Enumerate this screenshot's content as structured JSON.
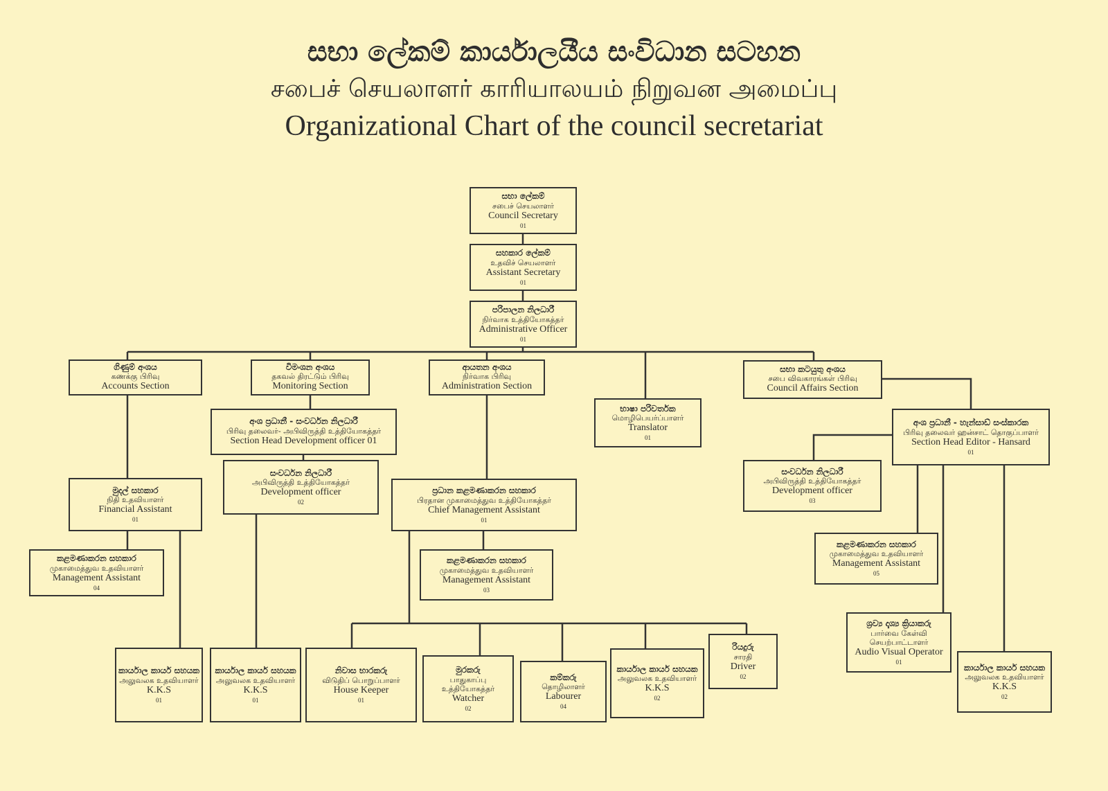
{
  "header": {
    "title_sinhala": "සභා ලේකම් කාර්යාලයීය සංවිධාන සටහන",
    "title_tamil": "சபைச் செயலாளர் காரியாலயம் நிறுவன அமைப்பு",
    "title_english": "Organizational  Chart of the council secretariat"
  },
  "boxes": [
    {
      "id": "council-secretary",
      "si": "සභා ලේකම්",
      "ta": "சபைச் செயலாளர்",
      "en": "Council Secretary",
      "count": "01"
    },
    {
      "id": "assistant-secretary",
      "si": "සහකාර ලේකම්",
      "ta": "உதவிச் செயலாளர்",
      "en": "Assistant Secretary",
      "count": "01"
    },
    {
      "id": "administrative-officer",
      "si": "පරිපාලන නිලධාරී",
      "ta": "நிர்வாக உத்தியோகத்தர்",
      "en": "Administrative Officer",
      "count": "01"
    },
    {
      "id": "accounts-section",
      "si": "ගිණුම් අංශය",
      "ta": "கணக்கு பிரிவு",
      "en": "Accounts Section"
    },
    {
      "id": "monitoring-section",
      "si": "විමංශන අංශය",
      "ta": "தகவல் திரட்டும் பிரிவு",
      "en": "Monitoring Section"
    },
    {
      "id": "administration-section",
      "si": "ආයතන අංශය",
      "ta": "நிர்வாக பிரிவு",
      "en": "Administration Section"
    },
    {
      "id": "translator",
      "si": "භාෂා පරිවර්තක",
      "ta": "மொழிபெயர்ப்பாளர்",
      "en": "Translator",
      "count": "01"
    },
    {
      "id": "council-affairs-section",
      "si": "සභා කටයුතු අංශය",
      "ta": "சபை விவகாரங்கள் பிரிவு",
      "en": "Council Affairs Section"
    },
    {
      "id": "section-head-development-officer",
      "si": "අංශ ප්‍රධානී - සංවර්ධන නිලධාරී",
      "ta": "பிரிவு தலைவர்- அபிவிருத்தி உத்தியோகத்தர்",
      "en": "Section Head  Development officer  01"
    },
    {
      "id": "development-officer-monitoring",
      "si": "සංවර්ධන නිලධාරී",
      "ta": "அபிவிருத்தி உத்தியோகத்தர்",
      "en": "Development officer",
      "count": "02"
    },
    {
      "id": "financial-assistant",
      "si": "මුදල් සහකාර",
      "ta": "நிதி உதவியாளர்",
      "en": "Financial Assistant",
      "count": "01"
    },
    {
      "id": "chief-management-assistant",
      "si": "ප්‍රධාන කළමණාකරන සහකාර",
      "ta": "பிரதான முகாமைத்துவ உத்தியோகத்தர்",
      "en": "Chief Management Assistant",
      "count": "01"
    },
    {
      "id": "section-head-editor-hansard",
      "si": "අංශ ප්‍රධානී - හැන්සාඩ් සංස්කාරක",
      "ta": "பிரிவு தலைவர் ஹன்சாட் தொகுப்பாளர்",
      "en": "Section Head  Editor - Hansard",
      "count": "01"
    },
    {
      "id": "development-officer-council",
      "si": "සංවර්ධන නිලධාරී",
      "ta": "அபிவிருத்தி உத்தியோகத்தர்",
      "en": "Development officer",
      "count": "03"
    },
    {
      "id": "management-assistant-accounts",
      "si": "කළමණාකරන සහකාර",
      "ta": "முகாமைத்துவ உதவியாளர்",
      "en": "Management Assistant",
      "count": "04"
    },
    {
      "id": "management-assistant-admin",
      "si": "කළමණාකරන සහකාර",
      "ta": "முகாமைத்துவ உதவியாளர்",
      "en": "Management Assistant",
      "count": "03"
    },
    {
      "id": "management-assistant-council",
      "si": "කළමණාකරන සහකාර",
      "ta": "முகாமைத்துவ உதவியாளர்",
      "en": "Management Assistant",
      "count": "05"
    },
    {
      "id": "audio-visual-operator",
      "si": "ශ්‍රව්‍ය දෘශ්‍ය ක්‍රියාකරු",
      "ta": "பார்வை கேள்வி செயற்பாட்டாளர்",
      "en": "Audio Visual Operator",
      "count": "01"
    },
    {
      "id": "kks-accounts",
      "si": "කාර්යාල කාර්ය සහයක",
      "ta": "அலுவலக உதவியாளர்",
      "en": "K.K.S",
      "count": "01"
    },
    {
      "id": "kks-monitoring",
      "si": "කාර්යාල කාර්ය සහයක",
      "ta": "அலுவலக உதவியாளர்",
      "en": "K.K.S",
      "count": "01"
    },
    {
      "id": "house-keeper",
      "si": "නිවාස භාරකරු",
      "ta": "விடுதிப் பொறுப்பாளர்",
      "en": "House Keeper",
      "count": "01"
    },
    {
      "id": "watcher",
      "si": "මුරකරු",
      "ta": "பாதுகாப்பு உத்தியோகத்தர்",
      "en": "Watcher",
      "count": "02"
    },
    {
      "id": "labourer",
      "si": "කම්කරු",
      "ta": "தொழிலாளர்",
      "en": "Labourer",
      "count": "04"
    },
    {
      "id": "kks-admin",
      "si": "කාර්යාල කාර්ය සහයක",
      "ta": "அலுவலக உதவியாளர்",
      "en": "K.K.S",
      "count": "02"
    },
    {
      "id": "driver",
      "si": "රියදුරු",
      "ta": "சாரதி",
      "en": "Driver",
      "count": "02"
    },
    {
      "id": "kks-council",
      "si": "කාර්යාල කාර්ය සහයක",
      "ta": "அலுவலக உதவியாளர்",
      "en": "K.K.S",
      "count": "02"
    }
  ]
}
